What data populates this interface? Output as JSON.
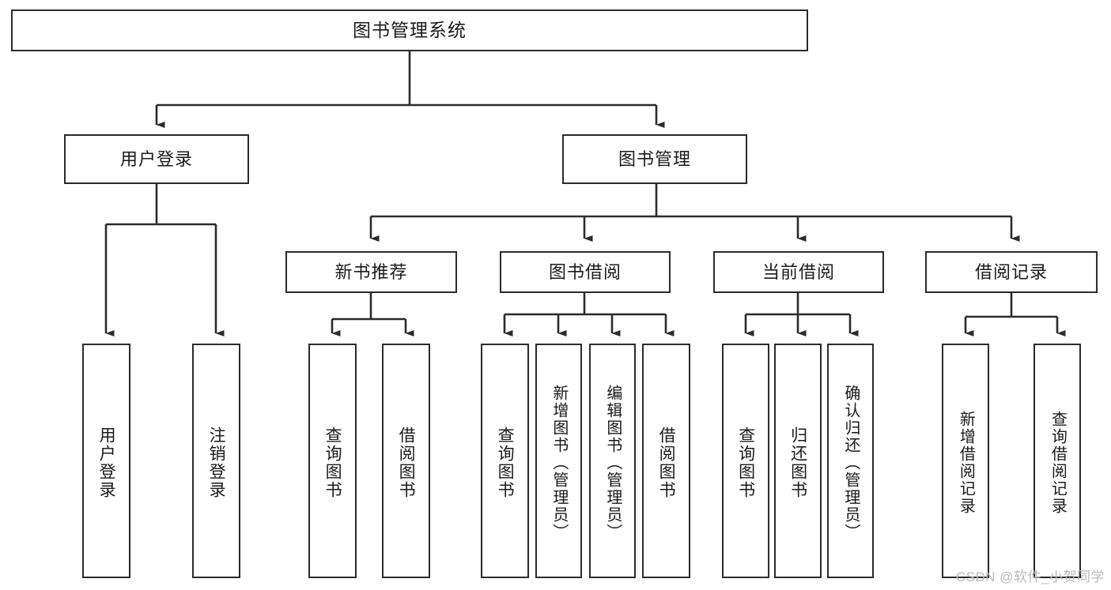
{
  "diagram": {
    "type": "tree",
    "title_node": {
      "id": "root",
      "label": "图书管理系统"
    },
    "level2": [
      {
        "id": "user-login",
        "label": "用户登录"
      },
      {
        "id": "book-manage",
        "label": "图书管理"
      }
    ],
    "level3": [
      {
        "id": "new-book-recommend",
        "label": "新书推荐"
      },
      {
        "id": "book-borrow",
        "label": "图书借阅"
      },
      {
        "id": "current-borrow",
        "label": "当前借阅"
      },
      {
        "id": "borrow-record",
        "label": "借阅记录"
      }
    ],
    "leaves": [
      {
        "id": "leaf-user-login",
        "label": "用户登录",
        "parent": "user-login"
      },
      {
        "id": "leaf-logout",
        "label": "注销登录",
        "parent": "user-login"
      },
      {
        "id": "leaf-query-book-1",
        "label": "查询图书",
        "parent": "new-book-recommend"
      },
      {
        "id": "leaf-borrow-book-1",
        "label": "借阅图书",
        "parent": "new-book-recommend"
      },
      {
        "id": "leaf-query-book-2",
        "label": "查询图书",
        "parent": "book-borrow"
      },
      {
        "id": "leaf-add-book",
        "label": "新增图书（管理员）",
        "parent": "book-borrow"
      },
      {
        "id": "leaf-edit-book",
        "label": "编辑图书（管理员）",
        "parent": "book-borrow"
      },
      {
        "id": "leaf-borrow-book-2",
        "label": "借阅图书",
        "parent": "book-borrow"
      },
      {
        "id": "leaf-query-book-3",
        "label": "查询图书",
        "parent": "current-borrow"
      },
      {
        "id": "leaf-return-book",
        "label": "归还图书",
        "parent": "current-borrow"
      },
      {
        "id": "leaf-confirm-return",
        "label": "确认归还（管理员）",
        "parent": "current-borrow"
      },
      {
        "id": "leaf-add-record",
        "label": "新增借阅记录",
        "parent": "borrow-record"
      },
      {
        "id": "leaf-query-record",
        "label": "查询借阅记录",
        "parent": "borrow-record"
      }
    ],
    "colors": {
      "stroke": "#2b2b2b",
      "fill": "#ffffff",
      "text": "#1a1a1a",
      "watermark": "#b9b9b9"
    }
  },
  "watermark": {
    "text": "CSDN @软件_小贺同学"
  }
}
